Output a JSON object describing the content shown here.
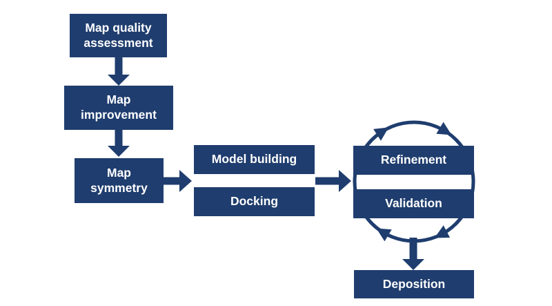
{
  "diagram": {
    "colors": {
      "accent": "#1f3d6e",
      "box_text": "#ffffff",
      "background": "#ffffff"
    },
    "nodes": [
      {
        "id": "map-quality-assessment",
        "label": "Map quality assessment"
      },
      {
        "id": "map-improvement",
        "label": "Map improvement"
      },
      {
        "id": "map-symmetry",
        "label": "Map symmetry"
      },
      {
        "id": "model-building",
        "label": "Model building"
      },
      {
        "id": "docking",
        "label": "Docking"
      },
      {
        "id": "refinement",
        "label": "Refinement"
      },
      {
        "id": "validation",
        "label": "Validation"
      },
      {
        "id": "deposition",
        "label": "Deposition"
      }
    ],
    "edges": [
      {
        "from": "map-quality-assessment",
        "to": "map-improvement",
        "style": "block-arrow-down"
      },
      {
        "from": "map-improvement",
        "to": "map-symmetry",
        "style": "block-arrow-down"
      },
      {
        "from": "map-symmetry",
        "to": "model-building+docking",
        "style": "block-arrow-right"
      },
      {
        "from": "model-building+docking",
        "to": "refinement+validation",
        "style": "block-arrow-right"
      },
      {
        "from": "refinement",
        "to": "validation",
        "style": "circular-cycle-clockwise-4-arrowheads"
      },
      {
        "from": "refinement+validation",
        "to": "deposition",
        "style": "block-arrow-down"
      }
    ]
  }
}
